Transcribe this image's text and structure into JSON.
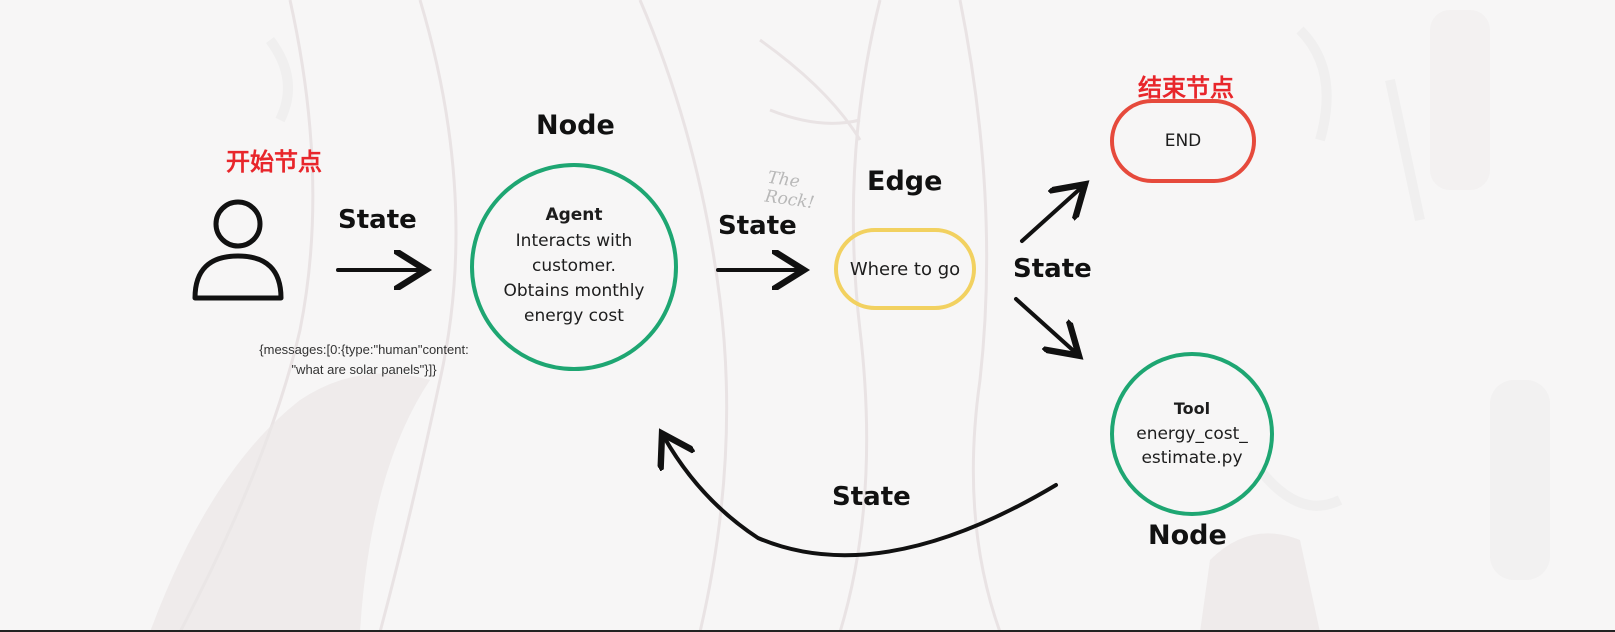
{
  "start_label": "开始节点",
  "end_label": "结束节点",
  "state_labels": {
    "state_1": "State",
    "state_2": "State",
    "state_3": "State",
    "state_4": "State"
  },
  "node_labels": {
    "node_top": "Node",
    "node_bottom": "Node",
    "edge": "Edge"
  },
  "agent": {
    "title": "Agent",
    "lines": [
      "Interacts with",
      "customer.",
      "Obtains monthly",
      "energy cost"
    ]
  },
  "edge_box": {
    "text": "Where to go"
  },
  "end_box": {
    "text": "END"
  },
  "tool": {
    "title": "Tool",
    "lines": [
      "energy_cost_",
      "estimate.py"
    ]
  },
  "message": {
    "line1": "{messages:[0:{type:\"human\"content:",
    "line2": "\"what are solar panels\"}]}"
  },
  "signature": {
    "line1": "The",
    "line2": "Rock!"
  },
  "colors": {
    "agent_border": "#1ea672",
    "tool_border": "#1ea672",
    "edge_border": "#f2d160",
    "end_border": "#e64a3c",
    "label_red": "#e8262b"
  },
  "icons": {
    "user": "user-icon"
  }
}
